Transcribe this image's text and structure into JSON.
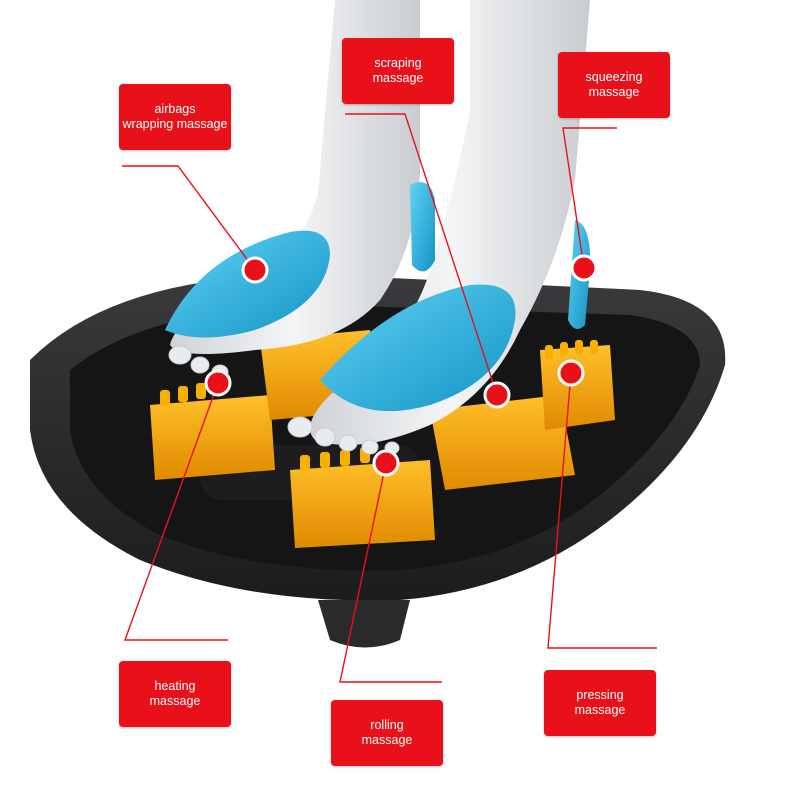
{
  "colors": {
    "label_bg": "#e8111a",
    "label_text": "#ffffff",
    "leader_line": "#e8111a",
    "marker": "#e8111a",
    "basin": "#2b2b2d",
    "roller": "#f5a800",
    "airbag": "#1fb3e0",
    "foot": "#e6e9ec"
  },
  "labels": {
    "airbags": "airbags\nwrapping massage",
    "scraping": "scraping\nmassage",
    "squeezing": "squeezing\nmassage",
    "heating": "heating\nmassage",
    "rolling": "rolling\nmassage",
    "pressing": "pressing\nmassage"
  },
  "icons": [
    "foot-massager-illustration"
  ]
}
